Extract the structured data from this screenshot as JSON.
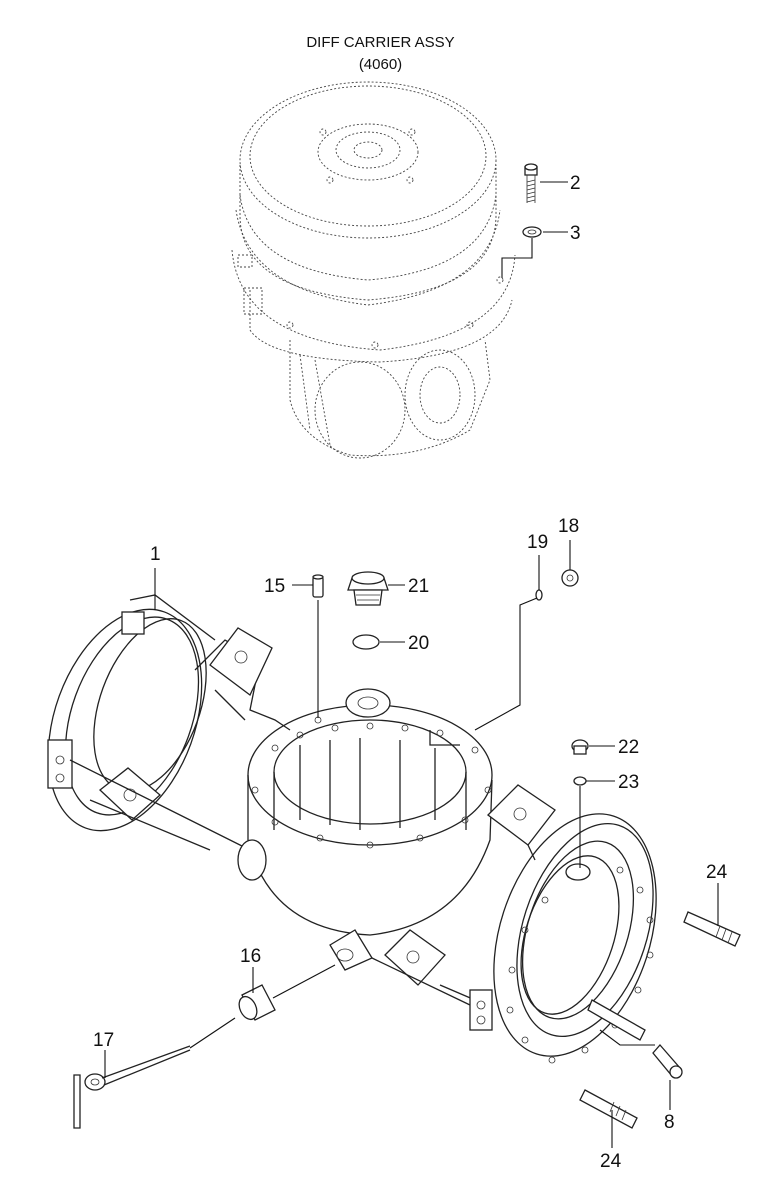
{
  "header": {
    "title": "DIFF CARRIER ASSY",
    "code": "(4060)"
  },
  "callouts": [
    {
      "id": "2",
      "label": "2"
    },
    {
      "id": "3",
      "label": "3"
    },
    {
      "id": "1",
      "label": "1"
    },
    {
      "id": "15",
      "label": "15"
    },
    {
      "id": "21",
      "label": "21"
    },
    {
      "id": "20",
      "label": "20"
    },
    {
      "id": "19",
      "label": "19"
    },
    {
      "id": "18",
      "label": "18"
    },
    {
      "id": "22",
      "label": "22"
    },
    {
      "id": "23",
      "label": "23"
    },
    {
      "id": "24a",
      "label": "24"
    },
    {
      "id": "16",
      "label": "16"
    },
    {
      "id": "17",
      "label": "17"
    },
    {
      "id": "8",
      "label": "8"
    },
    {
      "id": "24b",
      "label": "24"
    }
  ]
}
